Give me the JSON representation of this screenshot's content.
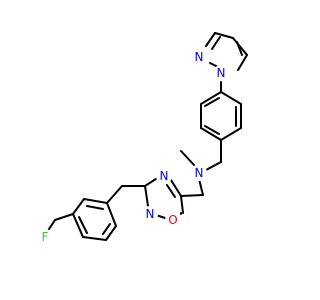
{
  "colors": {
    "background": "#ffffff",
    "bond": "#000000",
    "nitrogen": "#0000ff",
    "oxygen": "#ff0000",
    "fluorine": "#33cc33"
  },
  "atoms": {
    "pyrazole_n1": "N",
    "pyrazole_n2": "N",
    "amine_n": "N",
    "oxadiazole_n4": "N",
    "oxadiazole_n2": "N",
    "oxadiazole_o": "O",
    "fluorine": "F"
  }
}
